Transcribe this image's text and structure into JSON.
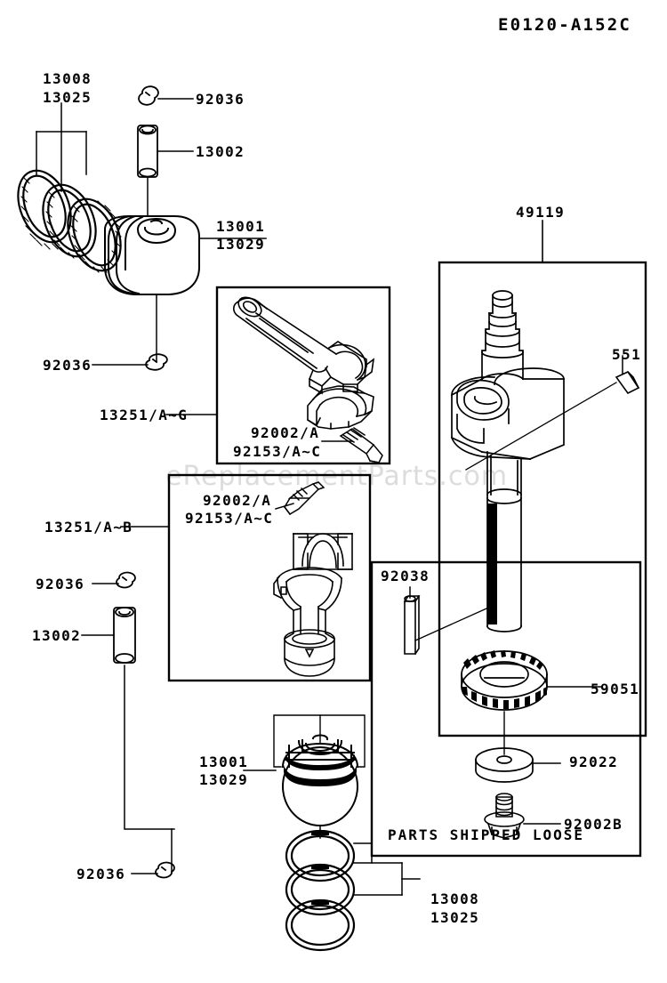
{
  "diagram": {
    "title": "E0120-A152C",
    "watermark": "eReplacementParts.com",
    "shipped_loose_note": "PARTS SHIPPED LOOSE"
  },
  "labels": {
    "rings_top_line1": "13008",
    "rings_top_line2": "13025",
    "clip_top": "92036",
    "pin_top": "13002",
    "piston_top_line1": "13001",
    "piston_top_line2": "13029",
    "clip_top_lower": "92036",
    "rod_upper": "13251/A~G",
    "bolt_upper_line1": "92002/A",
    "bolt_upper_line2": "92153/A~C",
    "rod_lower": "13251/A~B",
    "bolt_lower_line1": "92002/A",
    "bolt_lower_line2": "92153/A~C",
    "clip_bottom_left": "92036",
    "pin_bottom_left": "13002",
    "piston_bottom_line1": "13001",
    "piston_bottom_line2": "13029",
    "clip_bottom": "92036",
    "rings_bottom_line1": "13008",
    "rings_bottom_line2": "13025",
    "crankshaft": "49119",
    "key_right": "551",
    "key_loose": "92038",
    "gear": "59051",
    "washer": "92022",
    "bolt_loose": "92002B"
  },
  "colors": {
    "ink": "#000000",
    "paper": "#ffffff",
    "watermark": "#dcdcdc"
  }
}
